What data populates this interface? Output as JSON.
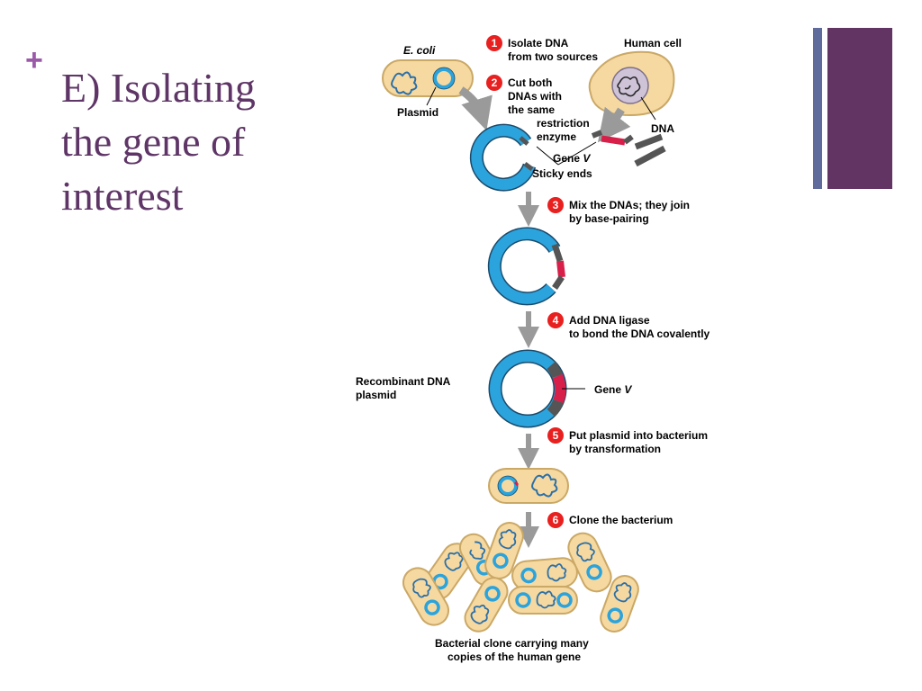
{
  "slide": {
    "bullet": "+",
    "title_lines": [
      "E) Isolating",
      "the gene of",
      "interest"
    ]
  },
  "diagram": {
    "ecoli_label": "E. coli",
    "plasmid_label": "Plasmid",
    "human_cell_label": "Human cell",
    "dna_label": "DNA",
    "gene_label": "Gene",
    "gene_letter": "V",
    "sticky_ends_label": "Sticky ends",
    "recombinant_label_line1": "Recombinant DNA",
    "recombinant_label_line2": "plasmid",
    "bottom_caption_line1": "Bacterial clone carrying many",
    "bottom_caption_line2": "copies of the human gene",
    "steps": [
      {
        "number": "1",
        "lines": [
          "Isolate DNA",
          "from two sources"
        ]
      },
      {
        "number": "2",
        "lines": [
          "Cut both",
          "DNAs with",
          "the same",
          "restriction",
          "enzyme"
        ]
      },
      {
        "number": "3",
        "lines": [
          "Mix the DNAs; they join",
          "by base-pairing"
        ]
      },
      {
        "number": "4",
        "lines": [
          "Add DNA ligase",
          "to bond the DNA covalently"
        ]
      },
      {
        "number": "5",
        "lines": [
          "Put plasmid into bacterium",
          "by transformation"
        ]
      },
      {
        "number": "6",
        "lines": [
          "Clone the bacterium"
        ]
      }
    ],
    "colors": {
      "plasmid": "#2ba3dc",
      "gene": "#d81f4a",
      "sticky": "#555555",
      "cell_fill": "#f6d9a0",
      "cell_stroke": "#caa866",
      "arrow": "#9a9a9a",
      "step_badge": "#e8201f"
    }
  }
}
